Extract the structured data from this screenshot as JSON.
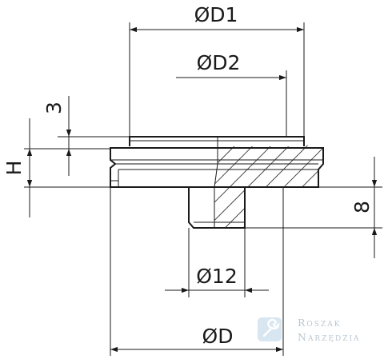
{
  "dimensions": {
    "d1": "ØD1",
    "d2": "ØD2",
    "d": "ØD",
    "d12": "Ø12",
    "three": "3",
    "h": "H",
    "eight": "8"
  },
  "watermark": {
    "line1": "Roszak",
    "line2": "Narzędzia",
    "icon": "wrench-icon",
    "color": "#b9c7d2"
  }
}
